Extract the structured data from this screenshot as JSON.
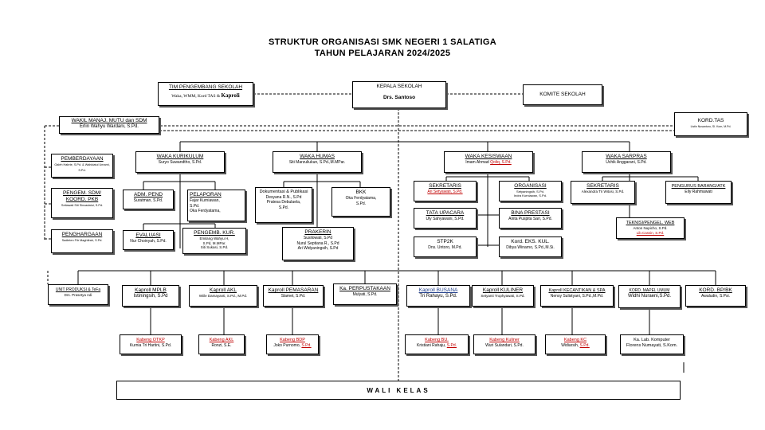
{
  "header": {
    "title": "STRUKTUR ORGANISASI SMK NEGERI 1 SALATIGA",
    "subtitle": "TAHUN PELAJARAN 2024/2025"
  },
  "top": {
    "tim_title": "TIM PENGEMBANG SEKOLAH",
    "tim_members": "Waka, WMM, Kord TAS &",
    "tim_members_bold": "Kaproli",
    "kepala_title": "KEPALA SEKOLAH",
    "kepala_name": "Drs. Santoso",
    "komite_title": "KOMITE SEKOLAH"
  },
  "mutu": {
    "title": "WAKIL MANAJ. MUTU dan SDM",
    "name": "Erlin Wahyu Wardani, S.Pd."
  },
  "kord_tas": {
    "title": "KORD.TAS",
    "name": "Listin Nusantoro, SI. Kom, M.Pd."
  },
  "left": {
    "pemberdayaan": {
      "title": "PEMBERDAYAAN",
      "names": "Galeh Habrie, S.Pd. & Wahidatul Umami, S.Pd."
    },
    "pengem": {
      "title": "PENGEM. SDM/ KOORD. PKB",
      "names": "Setiawati Siti Sinoadatui, S.Pd."
    },
    "penghargaan": {
      "title": "PENGHARGAAN",
      "names": "Sadieten Fitr Maghfirah, S.Pd."
    }
  },
  "kurikulum": {
    "title": "WAKA KURIKULUM",
    "name": "Suryo Suwandtho, S.Pd.",
    "adm": {
      "title": "ADM. PEND",
      "name": "Suratman, S.Pd."
    },
    "pelaporan": {
      "title": "PELAPORAN",
      "names": [
        "Fajar Kurniawan,",
        "S.Pd.",
        "Oka Ferdyatama,"
      ]
    },
    "evaluasi": {
      "title": "EVALUASI",
      "name": "Nur Choinyah, S.Pd."
    },
    "pengemb": {
      "title": "PENGEMB. KUR.",
      "names": [
        "Emilang Wahyu H,",
        "S.Pd, M.MPar.",
        "Siti Sukasi, S.Pd."
      ]
    }
  },
  "humas": {
    "title": "WAKA HUMAS",
    "name": "Siti Marzuliukun, S.Pd.,M.MPar.",
    "dok": {
      "title": "Dokumentasi & Publikasi",
      "names": [
        "Desyana R.N., S.Pd",
        "Pratesa Debulaela,",
        "S.Pd."
      ]
    },
    "bkk": {
      "title": "BKK",
      "names": [
        "Oka Ferdyatama,",
        "S.Pd."
      ]
    },
    "prakerin": {
      "title": "PRAKERIN",
      "names": [
        "Susilowati, S.Pd",
        "Nurul Septiana R., S.Pd",
        "Ari Widyaningsih, S.Pd"
      ]
    }
  },
  "kesiswaan": {
    "title": "WAKA KESISWAAN",
    "name": "Imam Ahmad",
    "name_red": "Qoliq, S.Pd.",
    "sekretaris": {
      "title": "SEKRETARIS",
      "name_red": "Ari Setyawati, S.Pd."
    },
    "organisasi": {
      "title": "ORGANISASI",
      "names": [
        "Setyaningsih, S.Pd.",
        "Indra Kurniawan, S.Pd."
      ]
    },
    "tata": {
      "title": "TATA UPACARA",
      "name": "Uly Sahyawani, S.Pd."
    },
    "bina": {
      "title": "BINA PRESTASI",
      "name": "Anita Puspita Sari, S.Pd."
    },
    "stp2k": {
      "title": "STP2K",
      "name": "Dns. Untoro, M.Pd."
    },
    "ekskul": {
      "title": "Kord. EKS. KUL.",
      "name": "Dibya Winarno, S.Pd.,M.Si."
    }
  },
  "sarpras": {
    "title": "WAKA SARPRAS",
    "name": "Uchik Anggarani, S.Pd.",
    "sekretaris": {
      "title": "SEKRETARIS",
      "name": "Alexandra Tri Witosi, S.Pd."
    },
    "pengurus": {
      "title": "PENGURUS BARANG/ATK",
      "name": "Elly Rahmawati"
    },
    "teknisi": {
      "title": "TEKNISI/PENGEL. WEB",
      "names": [
        "Anton Nupicho, S.Pd."
      ],
      "name_red": "Lib.Cassin, S.Pd."
    }
  },
  "row": [
    {
      "title": "UNIT PRODUKSI & TeFa",
      "name": "Drs. Prasetya Adi"
    },
    {
      "title": "Kaproll MPLB",
      "name": "Istiningsih, S.Pd"
    },
    {
      "title": "Kaproll AKL",
      "name": "Wiile Damayanti, S.Pd., M.Pd."
    },
    {
      "title": "Kaproll PEMASARAN",
      "name": "Slamet, S.Pd."
    },
    {
      "title": "Ka. PERPUSTAKAAN",
      "name": "Mulyati, S.Pd."
    },
    {
      "title": "Kaproll BUSANA",
      "name": "Tri Rahayu, S.Pd."
    },
    {
      "title": "Kaproll KULINER",
      "name": "Setyanti Trophyawati, S.Pd."
    },
    {
      "title": "Kaproll KECANTIKAN & SPA",
      "name": "Nensy Sulistyani, S.Pd.,M.Pd."
    },
    {
      "title": "KORD. MAPEL UMUM",
      "name": "Widhi Nuraeni,S.Pd."
    },
    {
      "title": "KORD. BP/BK",
      "name": "Awaludin, S.Psi."
    }
  ],
  "bottom": [
    {
      "title": "Kabeng OTKP",
      "name": "Kurnia Tri Hartini, S.Pd."
    },
    {
      "title": "Kabeng AKL",
      "name": "Ronzi, S.E."
    },
    {
      "title": "Kabeng BDP",
      "name": "Joko Purnomo,",
      "red": "S.Pd."
    },
    {
      "title": "Kabeng BU.",
      "name": "Kristiani Rahaju,",
      "red": "S.Pd."
    },
    {
      "title": "Kabeng Kuliner",
      "name": "Wuri Sulandari, S.Pd."
    },
    {
      "title": "Kabeng KC",
      "name": "Widiarsih,",
      "red": "S.Pd."
    },
    {
      "title": "Ka. Lab. Komputer",
      "name": "Florens Numayati, S.Kom."
    }
  ],
  "wali": "WALI KELAS"
}
